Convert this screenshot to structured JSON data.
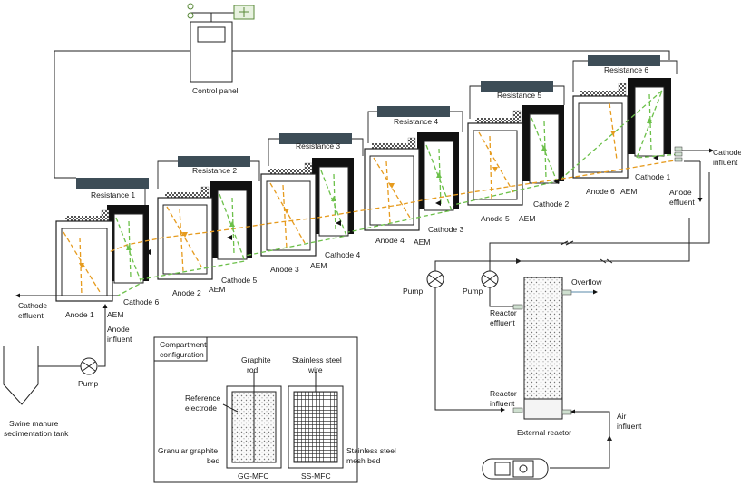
{
  "control_panel": {
    "label": "Control panel"
  },
  "resistances": [
    "Resistance 1",
    "Resistance 2",
    "Resistance 3",
    "Resistance 4",
    "Resistance 5",
    "Resistance 6"
  ],
  "anodes": [
    "Anode 1",
    "Anode 2",
    "Anode 3",
    "Anode 4",
    "Anode 5",
    "Anode 6"
  ],
  "cathodes": [
    "Cathode 1",
    "Cathode 2",
    "Cathode 3",
    "Cathode 4",
    "Cathode 5",
    "Cathode 6"
  ],
  "membrane": "AEM",
  "flows": {
    "cathode_effluent": [
      "Cathode",
      "effluent"
    ],
    "anode_influent": [
      "Anode",
      "influent"
    ],
    "cathode_influent": [
      "Cathode",
      "influent"
    ],
    "anode_effluent": [
      "Anode",
      "effluent"
    ],
    "overflow": "Overflow",
    "reactor_effluent": [
      "Reactor",
      "effluent"
    ],
    "reactor_influent": [
      "Reactor",
      "influent"
    ],
    "air_influent": [
      "Air",
      "influent"
    ]
  },
  "pump": "Pump",
  "tank": [
    "Swine manure",
    "sedimentation tank"
  ],
  "external_reactor": "External reactor",
  "compartment": {
    "title": [
      "Compartment",
      "configuration"
    ],
    "graphite_rod": [
      "Graphite",
      "rod"
    ],
    "steel_wire": [
      "Stainless steel",
      "wire"
    ],
    "reference_electrode": [
      "Reference",
      "electrode"
    ],
    "granular_bed": [
      "Granular graphite",
      "bed"
    ],
    "mesh_bed": [
      "Stainless steel",
      "mesh bed"
    ],
    "gg": "GG-MFC",
    "ss": "SS-MFC"
  }
}
